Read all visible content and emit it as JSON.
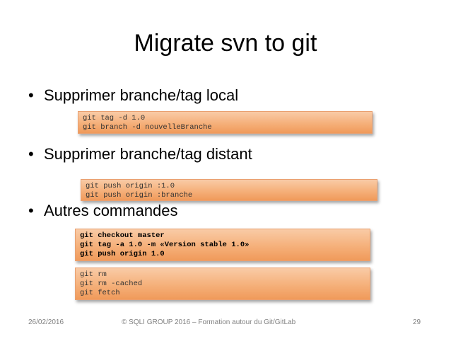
{
  "title": "Migrate svn to git",
  "bullets": [
    "Supprimer branche/tag local",
    "Supprimer branche/tag distant",
    "Autres commandes"
  ],
  "bullet_symbol": "•",
  "code_blocks": [
    {
      "lines": [
        "git tag -d 1.0",
        "git branch -d nouvelleBranche"
      ]
    },
    {
      "lines": [
        "git push origin :1.0",
        "git push origin :branche"
      ]
    },
    {
      "lines": [
        "git checkout master",
        "git tag -a 1.0 -m «Version stable 1.0»",
        "git push origin 1.0"
      ]
    },
    {
      "lines": [
        "git rm",
        "git rm -cached",
        "git fetch"
      ]
    }
  ],
  "footer": {
    "date": "26/02/2016",
    "copyright": "© SQLI GROUP 2016 – Formation autour du Git/GitLab",
    "page_number": "29"
  },
  "colors": {
    "code_box_top": "#f9cba6",
    "code_box_bottom": "#f09a5a",
    "footer_text": "#7f7f7f"
  }
}
